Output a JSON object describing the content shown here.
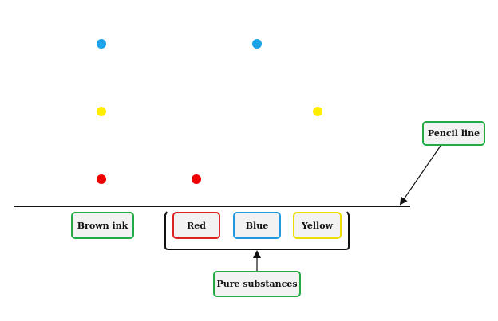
{
  "labels": {
    "pencil_line": "Pencil line",
    "brown_ink": "Brown ink",
    "red": "Red",
    "blue": "Blue",
    "yellow": "Yellow",
    "pure_substances": "Pure substances"
  },
  "colors": {
    "spot_blue": "#1aa3e8",
    "spot_yellow": "#ffee00",
    "spot_red": "#ee0000",
    "border_green": "#22aa44",
    "border_red": "#dd2222",
    "border_blue": "#2299dd",
    "border_yellow": "#eedd00",
    "line": "#111111"
  },
  "spots": {
    "brown_ink_column": [
      "blue",
      "yellow",
      "red"
    ],
    "red_column": [
      "red"
    ],
    "blue_column": [
      "blue"
    ],
    "yellow_column": [
      "yellow"
    ]
  }
}
